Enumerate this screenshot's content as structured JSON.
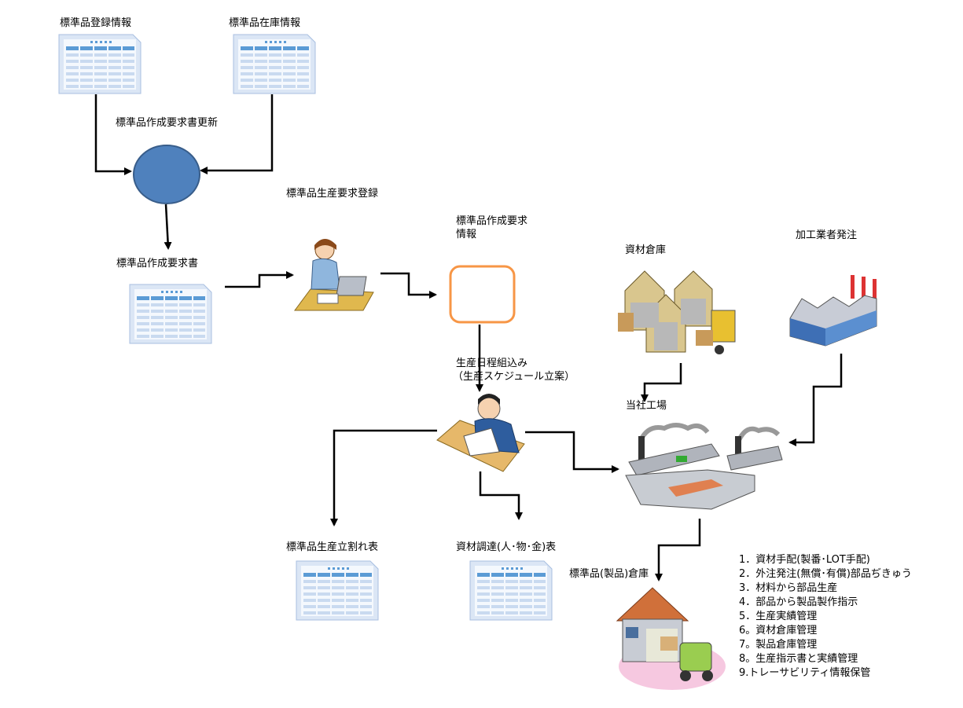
{
  "labels": {
    "sheet_registration": "標準品登録情報",
    "sheet_inventory": "標準品在庫情報",
    "process_update": "標準品作成要求書更新",
    "doc_request": "標準品作成要求書",
    "process_register": "標準品生産要求登録",
    "request_info_1": "標準品作成要求",
    "request_info_2": "情報",
    "schedule_1": "生産日程組込み",
    "schedule_2": "（生産スケジュール立案）",
    "material_warehouse": "資材倉庫",
    "subcontract_order": "加工業者発注",
    "own_factory": "当社工場",
    "split_table": "標準品生産立割れ表",
    "procurement_table": "資材調達(人･物･金)表",
    "product_warehouse": "標準品(製品)倉庫"
  },
  "steps": [
    "1．資材手配(製番･LOT手配)",
    "2．外注発注(無償･有償)部品ぢきゅう",
    "3．材料から部品生産",
    "4．部品から製品製作指示",
    "5．生産実績管理",
    "6。資材倉庫管理",
    "7。製品倉庫管理",
    "8。生産指示書と実績管理",
    "9.トレーサビリティ情報保管"
  ],
  "colors": {
    "process_circle": "#4f81bd",
    "data_box": "#f79646",
    "sheet_header": "#5b9bd5"
  }
}
